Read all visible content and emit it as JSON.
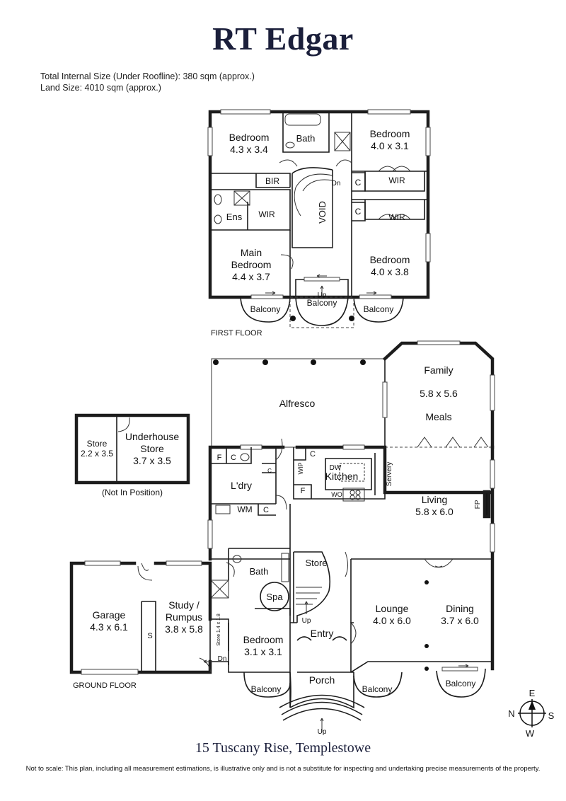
{
  "brand": "RT Edgar",
  "meta": {
    "internal_size": "Total Internal Size (Under Roofline): 380 sqm (approx.)",
    "land_size": "Land Size: 4010 sqm (approx.)"
  },
  "first_floor": {
    "label": "FIRST FLOOR",
    "rooms": {
      "bed_nw_name": "Bedroom",
      "bed_nw_size": "4.3 x 3.4",
      "bath": "Bath",
      "bed_ne_name": "Bedroom",
      "bed_ne_size": "4.0 x 3.1",
      "bir": "BIR",
      "ens": "Ens",
      "wir1": "WIR",
      "wir2": "WIR",
      "wir3": "WIR",
      "c1": "C",
      "c2": "C",
      "void": "VOID",
      "dn": "Dn",
      "main_bed_1": "Main",
      "main_bed_2": "Bedroom",
      "main_bed_size": "4.4 x 3.7",
      "bed_se_name": "Bedroom",
      "bed_se_size": "4.0 x 3.8",
      "balcony_left": "Balcony",
      "balcony_center": "Balcony",
      "balcony_right": "Balcony",
      "up": "Up"
    }
  },
  "outbuilding": {
    "store_name": "Store",
    "store_size": "2.2 x 3.5",
    "underhouse_1": "Underhouse",
    "underhouse_2": "Store",
    "underhouse_size": "3.7 x 3.5",
    "note": "(Not In Position)"
  },
  "ground_floor": {
    "label": "GROUND FLOOR",
    "rooms": {
      "alfresco": "Alfresco",
      "family": "Family",
      "family_size": "5.8 x 5.6",
      "meals": "Meals",
      "f1": "F",
      "c1": "C",
      "ldry": "L'dry",
      "c2": "C",
      "wm": "WM",
      "c3": "C",
      "c4": "C",
      "wip": "WIP",
      "dw": "DW",
      "kitchen": "Kitchen",
      "f2": "F",
      "wo": "WO",
      "servery": "Servery",
      "living": "Living",
      "living_size": "5.8 x 6.0",
      "fp": "FP",
      "bath": "Bath",
      "spa": "Spa",
      "store": "Store",
      "garage": "Garage",
      "garage_size": "4.3 x 6.1",
      "s": "S",
      "study_1": "Study /",
      "study_2": "Rumpus",
      "study_size": "3.8 x 5.8",
      "small_store": "Store 1.4 x 1.8",
      "bed_name": "Bedroom",
      "bed_size": "3.1 x 3.1",
      "dn": "Dn",
      "up": "Up",
      "entry": "Entry",
      "lounge": "Lounge",
      "lounge_size": "4.0 x 6.0",
      "dining": "Dining",
      "dining_size": "3.7 x 6.0",
      "porch": "Porch",
      "porch_up": "Up",
      "balcony_left": "Balcony",
      "balcony_mid": "Balcony",
      "balcony_right": "Balcony"
    }
  },
  "compass": {
    "e": "E",
    "n": "N",
    "s": "S",
    "w": "W"
  },
  "address": "15 Tuscany Rise, Templestowe",
  "disclaimer": "Not to scale: This plan, including all measurement estimations, is illustrative only and is not a substitute for inspecting and undertaking precise measurements of the property."
}
